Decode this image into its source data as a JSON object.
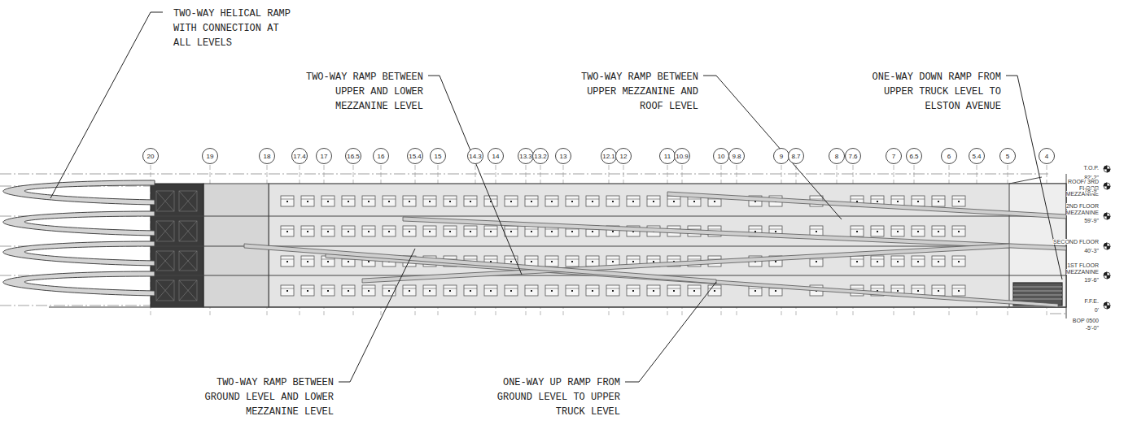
{
  "diagram": {
    "nodes": [
      {
        "text": [
          "20"
        ]
      },
      {
        "text": [
          "19"
        ]
      },
      {
        "text": [
          "18"
        ]
      },
      {
        "text": [
          "17.4"
        ]
      },
      {
        "text": [
          "17"
        ]
      },
      {
        "text": [
          "16.5"
        ]
      },
      {
        "text": [
          "16"
        ]
      },
      {
        "text": [
          "15.4"
        ]
      },
      {
        "text": [
          "15"
        ]
      },
      {
        "text": [
          "14.3"
        ]
      },
      {
        "text": [
          "14"
        ]
      },
      {
        "text": [
          "13.3"
        ]
      },
      {
        "text": [
          "13.2"
        ]
      },
      {
        "text": [
          "13"
        ]
      },
      {
        "text": [
          "12.1"
        ]
      },
      {
        "text": [
          "12"
        ]
      },
      {
        "text": [
          "11"
        ]
      },
      {
        "text": [
          "10.9"
        ]
      },
      {
        "text": [
          "10"
        ]
      },
      {
        "text": [
          "9.8"
        ]
      },
      {
        "text": [
          "9"
        ]
      },
      {
        "text": [
          "8.7"
        ]
      },
      {
        "text": [
          "8"
        ]
      },
      {
        "text": [
          "7.6"
        ]
      },
      {
        "text": [
          "7"
        ]
      },
      {
        "text": [
          "6.5"
        ]
      },
      {
        "text": [
          "6"
        ]
      },
      {
        "text": [
          "5.4"
        ]
      },
      {
        "text": [
          "5"
        ]
      },
      {
        "text": [
          "4"
        ]
      }
    ],
    "labels": [
      "TWO-WAY HELICAL RAMP WITH CONNECTION AT ALL LEVELS",
      "TWO-WAY RAMP BETWEEN UPPER AND LOWER MEZZANINE LEVEL",
      "TWO-WAY RAMP BETWEEN UPPER MEZZANINE AND ROOF LEVEL",
      "ONE-WAY DOWN RAMP FROM UPPER TRUCK LEVEL TO ELSTON AVENUE",
      "TWO-WAY RAMP BETWEEN GROUND LEVEL AND LOWER MEZZANINE LEVEL",
      "ONE-WAY UP RAMP FROM GROUND LEVEL TO UPPER TRUCK LEVEL",
      "T.O.P.",
      "82'-2\"",
      "ROOF/ 3RD FLOOR MEZZANINE",
      "78'-9\"",
      "2ND FLOOR MEZZANINE",
      "59'-9\"",
      "SECOND FLOOR",
      "40'-3\"",
      "1ST FLOOR MEZZANINE",
      "19'-6\"",
      "F.F.E.",
      "0'",
      "BOP 0500",
      "-5'-0\""
    ]
  }
}
